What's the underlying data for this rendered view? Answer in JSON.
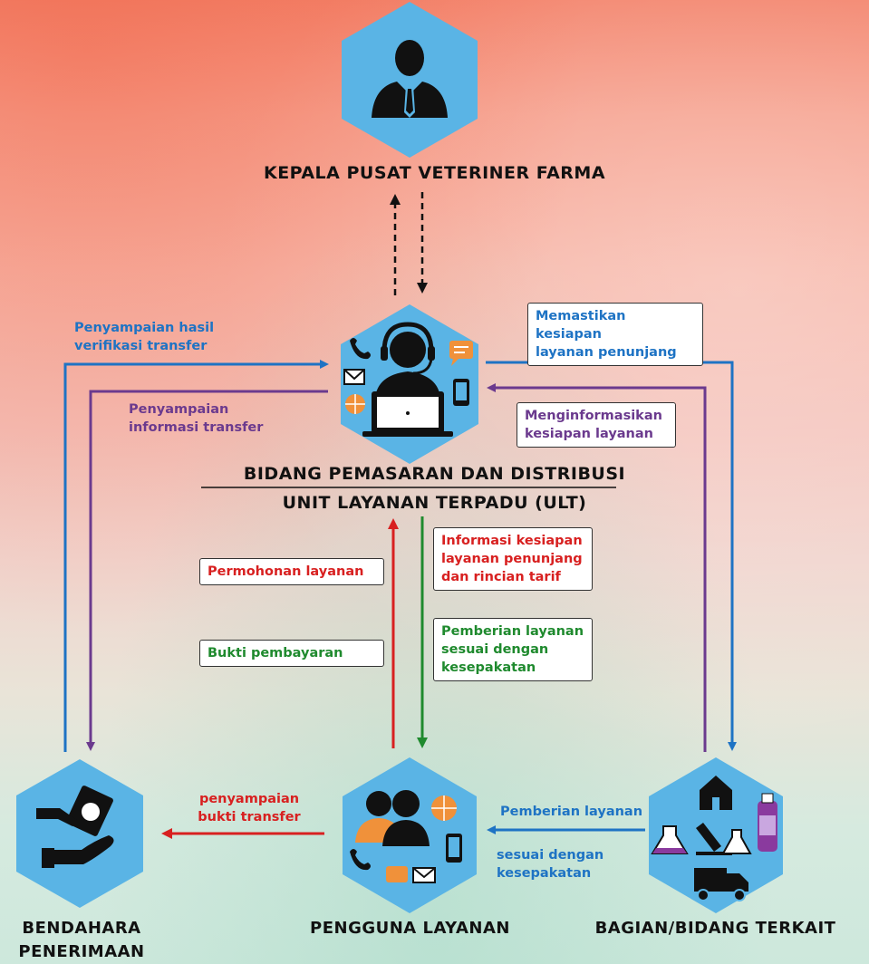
{
  "nodes": {
    "head": "KEPALA PUSAT VETERINER FARMA",
    "ult_line1": "BIDANG PEMASARAN DAN DISTRIBUSI",
    "ult_line2": "UNIT LAYANAN TERPADU (ULT)",
    "treasurer_line1": "BENDAHARA",
    "treasurer_line2": "PENERIMAAN",
    "user": "PENGGUNA LAYANAN",
    "dept": "BAGIAN/BIDANG TERKAIT"
  },
  "labels": {
    "verif_line1": "Penyampaian hasil",
    "verif_line2": "verifikasi transfer",
    "info_line1": "Penyampaian",
    "info_line2": "informasi transfer",
    "ensure_line1": "Memastikan kesiapan",
    "ensure_line2": "layanan penunjang",
    "inform_line1": "Menginformasikan",
    "inform_line2": "kesiapan layanan",
    "request": "Permohonan layanan",
    "proof": "Bukti pembayaran",
    "readiness_line1": "Informasi kesiapan",
    "readiness_line2": "layanan penunjang",
    "readiness_line3": "dan rincian tarif",
    "provide_line1": "Pemberian layanan",
    "provide_line2": "sesuai dengan",
    "provide_line3": "kesepakatan",
    "transfer_line1": "penyampaian",
    "transfer_line2": "bukti transfer",
    "dept_provide_line1": "Pemberian layanan",
    "dept_provide_line2": "sesuai dengan",
    "dept_provide_line3": "kesepakatan"
  },
  "colors": {
    "hexagon": "#5ab4e5",
    "blue_arrow": "#1e73c4",
    "purple_arrow": "#6b3a8e",
    "red_arrow": "#d82020",
    "green_arrow": "#1f8a2e"
  },
  "icons": {
    "head": "businessman-icon",
    "ult": "call-center-agent-icon",
    "treasurer": "payment-hand-icon",
    "user": "user-group-icon",
    "dept": "laboratory-icon"
  }
}
